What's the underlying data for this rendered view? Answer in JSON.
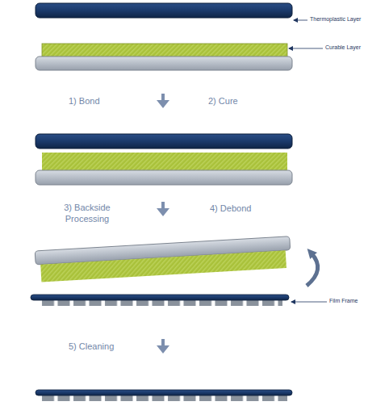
{
  "diagram": {
    "labels": [
      "Thermoplastic Layer",
      "Curable Layer",
      "1) Bond",
      "2) Cure",
      "3) Backside Processing",
      "4) Debond",
      "Film Frame",
      "5) Cleaning"
    ]
  }
}
